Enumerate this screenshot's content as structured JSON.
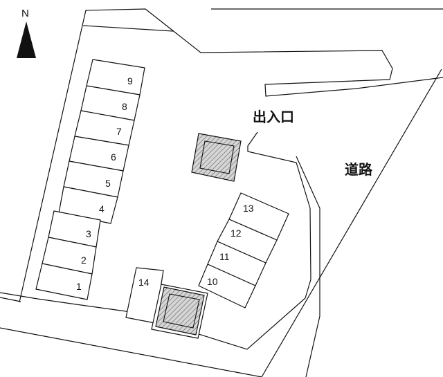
{
  "compass": {
    "label": "N"
  },
  "labels": {
    "entrance": "出入口",
    "road": "道路"
  },
  "spaces_west": [
    "9",
    "8",
    "7",
    "6",
    "5",
    "4",
    "3",
    "2",
    "1"
  ],
  "spaces_east": [
    "13",
    "12",
    "11",
    "10"
  ],
  "space_14": "14"
}
